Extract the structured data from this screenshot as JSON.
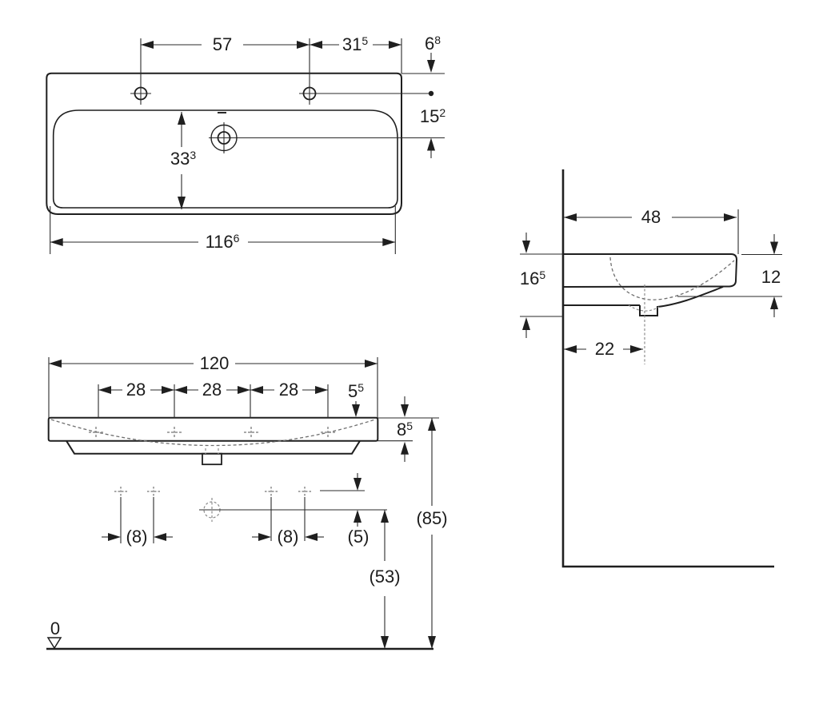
{
  "top_view": {
    "faucet_spacing": {
      "value": "57",
      "sup": ""
    },
    "faucet_to_right_edge": {
      "value": "31",
      "sup": "5"
    },
    "top_edge_to_faucet_axis": {
      "value": "6",
      "sup": "8"
    },
    "faucet_axis_to_tap_axis": {
      "value": "15",
      "sup": "2"
    },
    "tap_axis_depth": {
      "value": "33",
      "sup": "3"
    },
    "front_width": {
      "value": "116",
      "sup": "6"
    }
  },
  "front_view": {
    "total_width": {
      "value": "120",
      "sup": ""
    },
    "hole_spacing_left": {
      "value": "28",
      "sup": ""
    },
    "hole_spacing_center": {
      "value": "28",
      "sup": ""
    },
    "hole_spacing_right": {
      "value": "28",
      "sup": ""
    },
    "right_edge_offset": {
      "value": "5",
      "sup": "5"
    },
    "rim_height": {
      "value": "8",
      "sup": "5"
    },
    "bolt_pair_left": {
      "value": "(8)",
      "sup": ""
    },
    "bolt_pair_right": {
      "value": "(8)",
      "sup": ""
    },
    "bolt_to_drain_offset": {
      "value": "(5)",
      "sup": ""
    },
    "drain_axis_height": {
      "value": "(53)",
      "sup": ""
    },
    "rim_top_height": {
      "value": "(85)",
      "sup": ""
    },
    "floor_reference": {
      "value": "0",
      "sup": ""
    }
  },
  "side_view": {
    "depth": {
      "value": "48",
      "sup": ""
    },
    "total_height": {
      "value": "16",
      "sup": "5"
    },
    "front_edge_height": {
      "value": "12",
      "sup": ""
    },
    "wall_to_drain": {
      "value": "22",
      "sup": ""
    }
  }
}
